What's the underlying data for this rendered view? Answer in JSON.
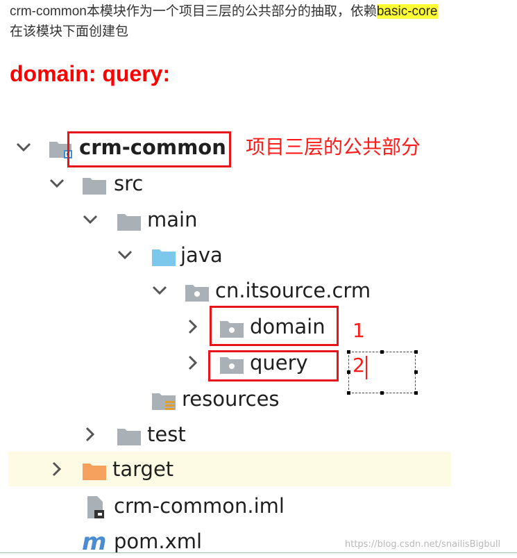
{
  "intro": {
    "line1_plain": "crm-common本模块作为一个项目三层的公共部分的抽取，依赖",
    "line1_highlight": "basic-core",
    "line2": "在该模块下面创建包"
  },
  "heading": "domain: query:",
  "tree": {
    "crm_common": "crm-common",
    "src": "src",
    "main": "main",
    "java": "java",
    "package": "cn.itsource.crm",
    "domain": "domain",
    "query": "query",
    "resources": "resources",
    "test": "test",
    "target": "target",
    "iml": "crm-common.iml",
    "pom": "pom.xml"
  },
  "annotations": {
    "module_note": "项目三层的公共部分",
    "num1": "1",
    "num2": "2"
  },
  "watermark": "https://blog.csdn.net/snailisBigbull",
  "colors": {
    "annotation_red": "#ff1a1a",
    "highlight_yellow": "#ffff33",
    "folder_gray": "#a9b1b7",
    "folder_blue": "#7cc8ec",
    "folder_orange": "#f7a15f",
    "row_highlight": "#fdfbe3"
  }
}
